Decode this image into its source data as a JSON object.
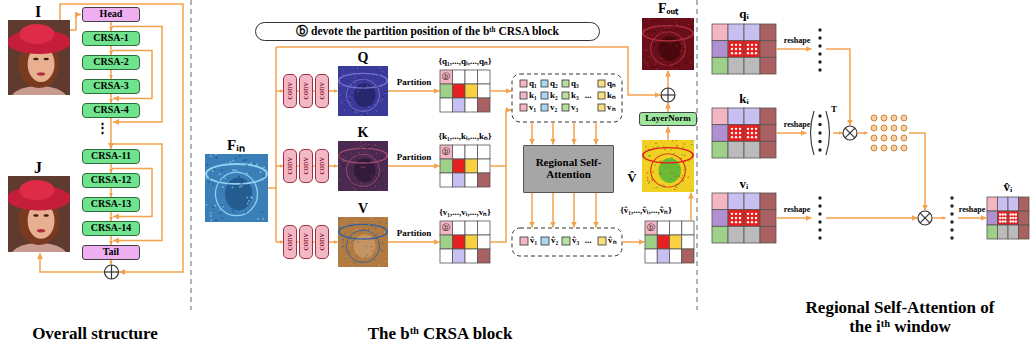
{
  "diagram": {
    "nodes": [
      {
        "text": [
          "Head"
        ]
      },
      {
        "text": [
          "CRSA-1"
        ]
      },
      {
        "text": [
          "CRSA-2"
        ]
      },
      {
        "text": [
          "CRSA-3"
        ]
      },
      {
        "text": [
          "CRSA-4"
        ]
      },
      {
        "text": [
          "CRSA-11"
        ]
      },
      {
        "text": [
          "CRSA-12"
        ]
      },
      {
        "text": [
          "CRSA-13"
        ]
      },
      {
        "text": [
          "CRSA-14"
        ]
      },
      {
        "text": [
          "Tail"
        ]
      },
      {
        "text": [
          "ⓑ devote the partition position of the bᵗʰ CRSA block"
        ]
      },
      {
        "text": [
          "conv"
        ]
      },
      {
        "text": [
          "conv"
        ]
      },
      {
        "text": [
          "conv"
        ]
      },
      {
        "text": [
          "conv"
        ]
      },
      {
        "text": [
          "conv"
        ]
      },
      {
        "text": [
          "conv"
        ]
      },
      {
        "text": [
          "conv"
        ]
      },
      {
        "text": [
          "conv"
        ]
      },
      {
        "text": [
          "conv"
        ]
      },
      {
        "text": [
          "Regional Self-Attention"
        ]
      },
      {
        "text": [
          "LayerNorm"
        ]
      }
    ],
    "edges": [
      {
        "from": 0,
        "to": 1,
        "arrow": "to"
      },
      {
        "from": 1,
        "to": 2,
        "arrow": "to"
      },
      {
        "from": 2,
        "to": 3,
        "arrow": "to"
      },
      {
        "from": 3,
        "to": 4,
        "arrow": "to"
      },
      {
        "from": 4,
        "to": 5,
        "arrow": "to"
      },
      {
        "from": 5,
        "to": 6,
        "arrow": "to"
      },
      {
        "from": 6,
        "to": 7,
        "arrow": "to"
      },
      {
        "from": 7,
        "to": 8,
        "arrow": "to"
      },
      {
        "from": 8,
        "to": 9,
        "arrow": "to"
      },
      {
        "from": 11,
        "to": 12,
        "arrow": "to"
      },
      {
        "from": 12,
        "to": 13,
        "arrow": "to"
      },
      {
        "from": 14,
        "to": 15,
        "arrow": "to"
      },
      {
        "from": 15,
        "to": 16,
        "arrow": "to"
      },
      {
        "from": 17,
        "to": 18,
        "arrow": "to"
      },
      {
        "from": 18,
        "to": 19,
        "arrow": "to"
      }
    ],
    "labels": [
      "I",
      "J",
      "⋮",
      "Overall structure",
      "Fᵢₙ",
      "Q",
      "K",
      "V",
      "Partition",
      "Partition",
      "Partition",
      "{q₁,...,qᵢ,...,qₙ}",
      "{k₁,...,kᵢ,...,kₙ}",
      "{v₁,...,vᵢ,...,vₙ}",
      "q₁",
      "k₁",
      "v₁",
      "q₂",
      "k₂",
      "v₂",
      "q₃",
      "k₃",
      "v₃",
      "...",
      "qₙ",
      "kₙ",
      "vₙ",
      "v̂₁",
      "v̂₂",
      "v̂₃",
      "...",
      "v̂ₙ",
      "{v̂₁,...,v̂ᵢ,...,v̂ₙ}",
      "V̂",
      "Fₒᵤₜ",
      "The bᵗʰ CRSA block",
      "ⓑ",
      "ⓑ",
      "ⓑ",
      "ⓑ",
      "qᵢ",
      "kᵢ",
      "vᵢ",
      "reshape",
      "reshape",
      "reshape",
      "T",
      "reshape",
      "v̂ᵢ",
      "Regional Self-Attention of the iᵗʰ window"
    ]
  }
}
